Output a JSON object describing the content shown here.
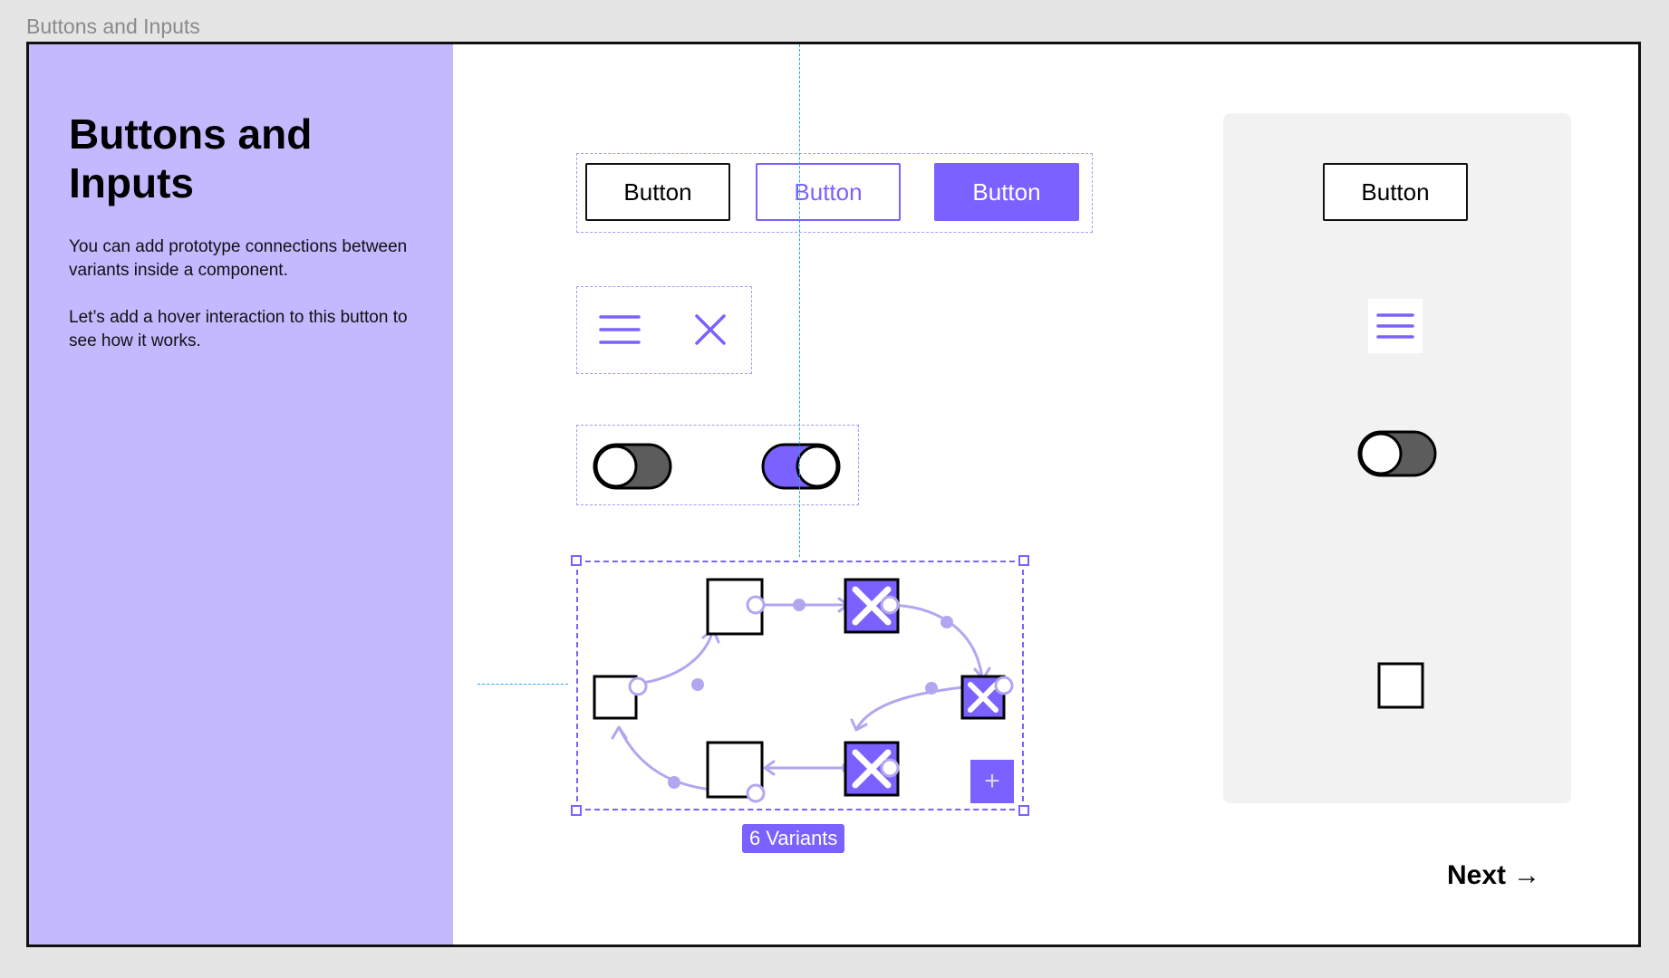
{
  "frame_label": "Buttons and Inputs",
  "sidebar": {
    "title": "Buttons and Inputs",
    "paragraph1": "You can add prototype connections between variants inside a component.",
    "paragraph2": "Let’s add a hover interaction to this button to see how it works."
  },
  "buttons": {
    "default_label": "Button",
    "outline_label": "Button",
    "filled_label": "Button"
  },
  "selection": {
    "badge": "6 Variants",
    "plus_label": "+"
  },
  "preview": {
    "button_label": "Button"
  },
  "nav": {
    "next_label": "Next",
    "next_arrow": "→"
  },
  "colors": {
    "accent": "#7b61ff",
    "sidebar": "#c4b8ff",
    "guide": "#1ea7f5",
    "connector": "#b3a6f0",
    "panel": "#f2f2f2"
  }
}
